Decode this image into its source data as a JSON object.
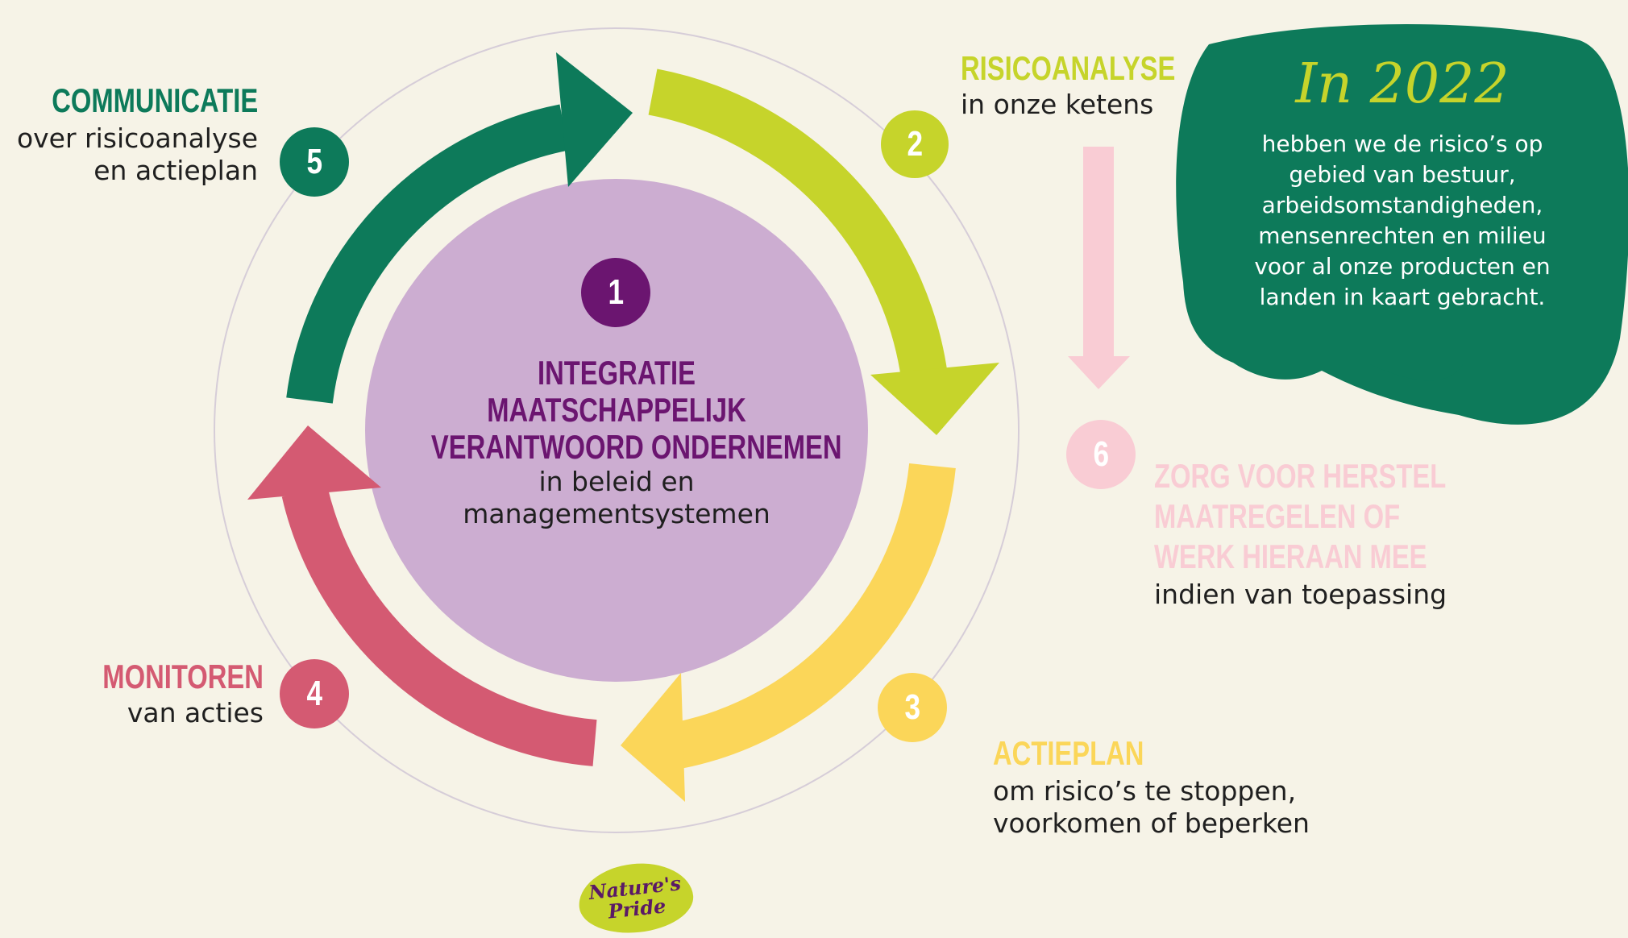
{
  "colors": {
    "background": "#f6f3e7",
    "step1_purple": "#6b1570",
    "center_lilac": "#ccadd1",
    "step2_lime": "#c6d42b",
    "step3_yellow": "#fbd659",
    "step4_red": "#d45a72",
    "step5_green": "#0d7a5a",
    "step6_pink": "#f9ccd4",
    "bubble_green": "#0d7a5a"
  },
  "center": {
    "number": "1",
    "heading_lines": [
      "INTEGRATIE",
      "MAATSCHAPPELIJK",
      "VERANTWOORD ONDERNEMEN"
    ],
    "sub_lines": [
      "in beleid en",
      "managementsystemen"
    ]
  },
  "steps": {
    "step2": {
      "number": "2",
      "title": "RISICOANALYSE",
      "sub_lines": [
        "in onze ketens"
      ]
    },
    "step3": {
      "number": "3",
      "title": "ACTIEPLAN",
      "sub_lines": [
        "om risico’s te stoppen,",
        "voorkomen of beperken"
      ]
    },
    "step4": {
      "number": "4",
      "title": "MONITOREN",
      "sub_lines": [
        "van acties"
      ]
    },
    "step5": {
      "number": "5",
      "title": "COMMUNICATIE",
      "sub_lines": [
        "over risicoanalyse",
        "en actieplan"
      ]
    },
    "step6": {
      "number": "6",
      "title_lines": [
        "ZORG VOOR HERSTEL",
        "MAATREGELEN OF",
        "WERK HIERAAN MEE"
      ],
      "sub_lines": [
        "indien van toepassing"
      ]
    }
  },
  "bubble": {
    "title": "In 2022",
    "text_lines": [
      "hebben we de risico’s op",
      "gebied van bestuur,",
      "arbeidsomstandigheden,",
      "mensenrechten en milieu",
      "voor al onze producten en",
      "landen in kaart gebracht."
    ]
  },
  "logo": {
    "line1": "Nature's",
    "line2": "Pride"
  }
}
